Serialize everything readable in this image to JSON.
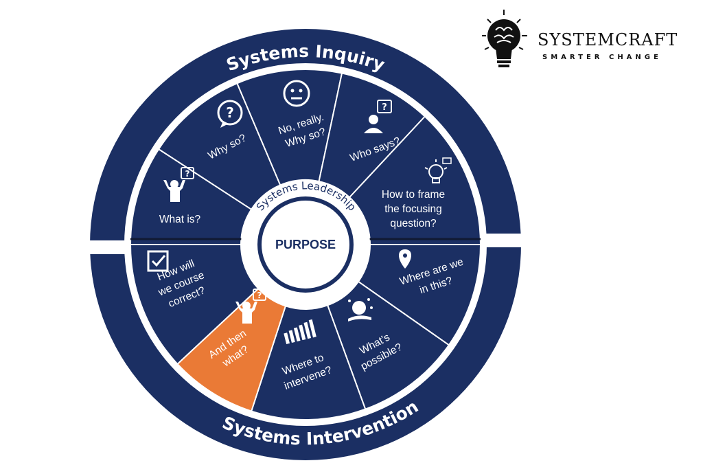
{
  "wheel": {
    "outer_top_title": "Systems Inquiry",
    "outer_bottom_title": "Systems Intervention",
    "inner_ring_title": "Systems Leadership",
    "center_label": "PURPOSE",
    "segments": [
      {
        "lines": [
          "What is?"
        ],
        "icon": "shrug-question-icon"
      },
      {
        "lines": [
          "Why so?"
        ],
        "icon": "speech-question-icon"
      },
      {
        "lines": [
          "No, really.",
          "Why so?"
        ],
        "icon": "neutral-face-icon"
      },
      {
        "lines": [
          "Who says?"
        ],
        "icon": "person-question-icon"
      },
      {
        "lines": [
          "How to frame",
          "the focusing",
          "question?"
        ],
        "icon": "lightbulb-idea-icon"
      },
      {
        "lines": [
          "Where are we",
          "in this?"
        ],
        "icon": "map-pin-icon"
      },
      {
        "lines": [
          "What’s",
          "possible?"
        ],
        "icon": "hand-globe-icon"
      },
      {
        "lines": [
          "Where to",
          "intervene?"
        ],
        "icon": "domino-hand-icon"
      },
      {
        "lines": [
          "And then",
          "what?"
        ],
        "icon": "shrug-question-icon",
        "highlight": true
      },
      {
        "lines": [
          "How will",
          "we course",
          "correct?"
        ],
        "icon": "checkbox-icon"
      }
    ]
  },
  "logo": {
    "name": "SYSTEMCRAFT",
    "tagline": "SMARTER CHANGE",
    "icon": "brain-lightbulb-icon"
  },
  "colors": {
    "navy": "#1b2f63",
    "highlight": "#ea7a36",
    "white": "#ffffff"
  }
}
